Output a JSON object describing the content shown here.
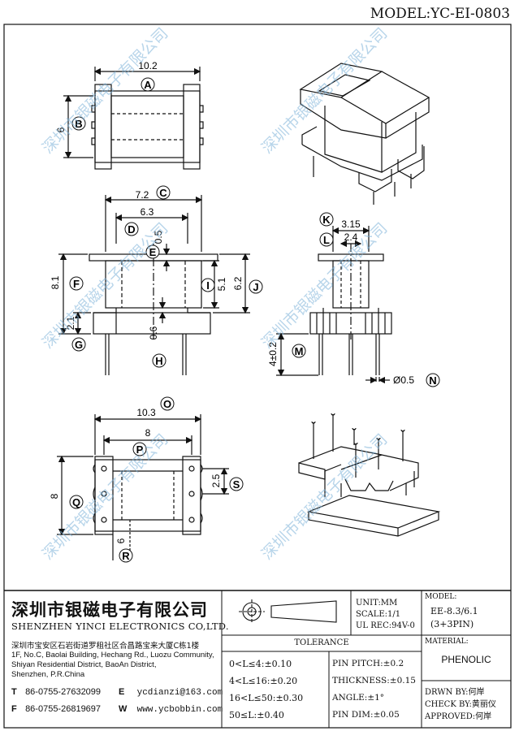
{
  "header": {
    "model": "MODEL:YC-EI-0803"
  },
  "top_view": {
    "dim_a": "10.2",
    "circle_a": "A",
    "dim_b": "6",
    "circle_b": "B"
  },
  "front_view": {
    "dim_c": "7.2",
    "circle_c": "C",
    "dim_d": "6.3",
    "circle_d": "D",
    "dim_e": "0.5",
    "circle_e": "E",
    "dim_f": "8.1",
    "circle_f": "F",
    "dim_g": "2.1",
    "circle_g": "G",
    "dim_h": "0.6",
    "circle_h": "H",
    "dim_i": "5.1",
    "circle_i": "I",
    "dim_j": "6.2",
    "circle_j": "J"
  },
  "side_view": {
    "dim_k": "3.15",
    "circle_k": "K",
    "dim_l": "2.4",
    "circle_l": "L",
    "dim_m": "4±0.2",
    "circle_m": "M",
    "dim_n": "Ø0.5",
    "circle_n": "N"
  },
  "bottom_view": {
    "dim_o": "10.3",
    "circle_o": "O",
    "dim_p": "8",
    "circle_p": "P",
    "dim_q": "8",
    "circle_q": "Q",
    "dim_r": "6",
    "circle_r": "R",
    "dim_s": "2.5",
    "circle_s": "S"
  },
  "watermark": "深圳市银磁电子有限公司",
  "title_block": {
    "company_cn": "深圳市银磁电子有限公司",
    "company_en": "SHENZHEN YINCI ELECTRONICS CO,LTD.",
    "address_cn": "深圳市宝安区石岩街道罗租社区合昌路宝来大厦C栋1楼",
    "address_en_1": "1F, No.C, Baolai Building, Hechang Rd., Luozu Community,",
    "address_en_2": "Shiyan Residential District, BaoAn District,",
    "address_en_3": "Shenzhen, P.R.China",
    "tel_key": "T",
    "tel": "86-0755-27632099",
    "fax_key": "F",
    "fax": "86-0755-26819697",
    "email_key": "E",
    "email": "ycdianzi@163.com",
    "web_key": "W",
    "web": "www.ycbobbin.com",
    "unit": "UNIT:MM",
    "scale": "SCALE:1/1",
    "ul": "UL REC:94V-0",
    "tolerance_title": "TOLERANCE",
    "tol_1": "0<L≤4:±0.10",
    "tol_2": "4<L≤16:±0.20",
    "tol_3": "16<L≤50:±0.30",
    "tol_4": "50≤L:±0.40",
    "tol_pin_pitch": "PIN PITCH:±0.2",
    "tol_thickness": "THICKNESS:±0.15",
    "tol_angle": "ANGLE:±1°",
    "tol_pin_dim": "PIN DIM:±0.05",
    "model_label": "MODEL:",
    "model_value_1": "EE-8.3/6.1",
    "model_value_2": "(3+3PIN)",
    "material_label": "MATERIAL:",
    "material_value": "PHENOLIC",
    "drawn": "DRWN BY:何岸",
    "check": "CHECK BY:黄丽仪",
    "approved": "APPROVED:何岸"
  }
}
